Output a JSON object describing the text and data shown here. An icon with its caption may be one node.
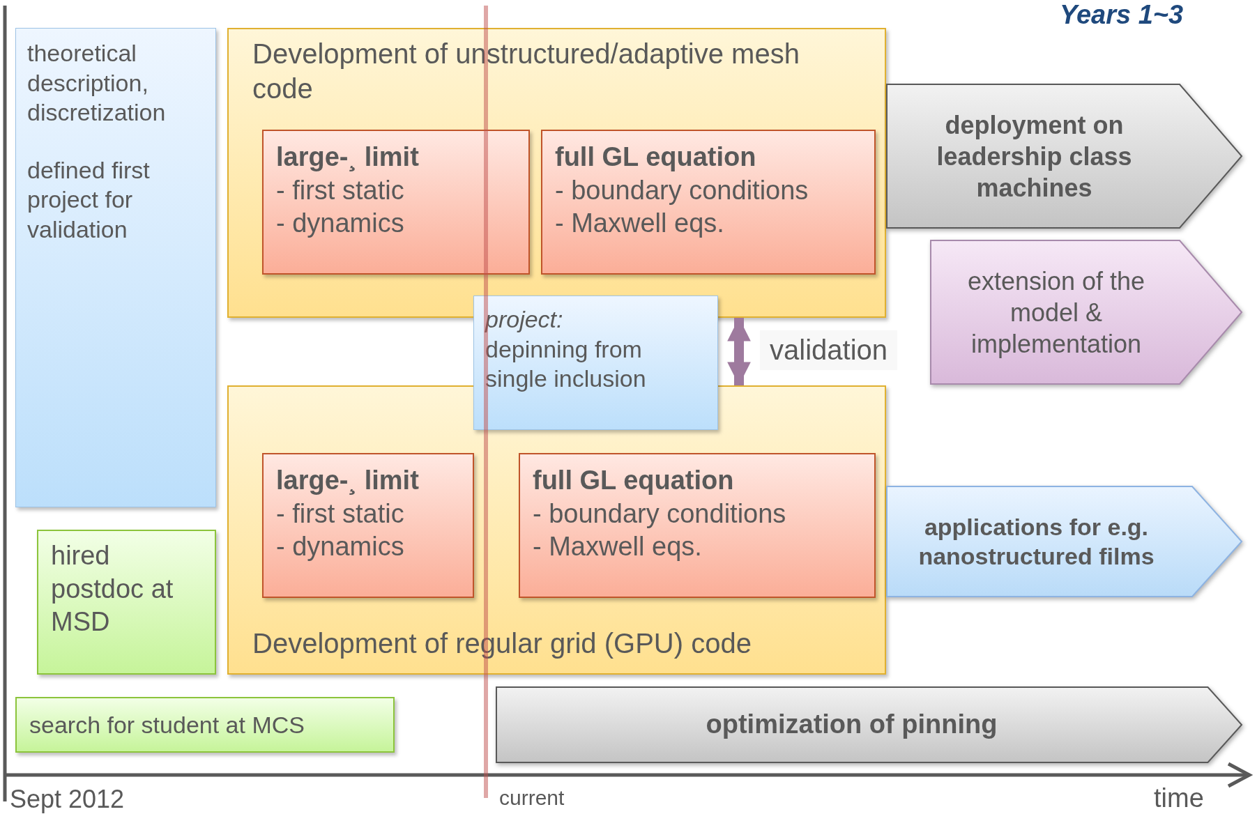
{
  "diagram": {
    "title": "Years 1~3",
    "nodes": [
      {
        "text": [
          "theoretical description, discretization",
          "defined first project for validation"
        ]
      },
      {
        "text": [
          "Development of unstructured/adaptive mesh code"
        ]
      },
      {
        "text": [
          "large-¸ limit",
          "- first static",
          "- dynamics"
        ],
        "in": 1
      },
      {
        "text": [
          "full GL equation",
          "- boundary conditions",
          "- Maxwell eqs."
        ],
        "in": 1
      },
      {
        "text": [
          "deployment on leadership class machines"
        ]
      },
      {
        "text": [
          "extension of the model & implementation"
        ]
      },
      {
        "text": [
          "project:",
          "depinning from single inclusion"
        ]
      },
      {
        "text": [
          "Development of regular grid (GPU) code"
        ]
      },
      {
        "text": [
          "large-¸ limit",
          "- first static",
          "- dynamics"
        ],
        "in": 7
      },
      {
        "text": [
          "full GL equation",
          "- boundary conditions",
          "- Maxwell eqs."
        ],
        "in": 7
      },
      {
        "text": [
          "applications for e.g. nanostructured films"
        ]
      },
      {
        "text": [
          "hired postdoc at MSD"
        ]
      },
      {
        "text": [
          "search for student at MCS"
        ]
      },
      {
        "text": [
          "optimization of pinning"
        ]
      }
    ],
    "edges": [
      {
        "from": 1,
        "to": 7,
        "arrow": "both",
        "label": "validation",
        "color": "#9e7a9e"
      }
    ],
    "labels": [
      "Sept 2012",
      "current",
      "time"
    ]
  }
}
